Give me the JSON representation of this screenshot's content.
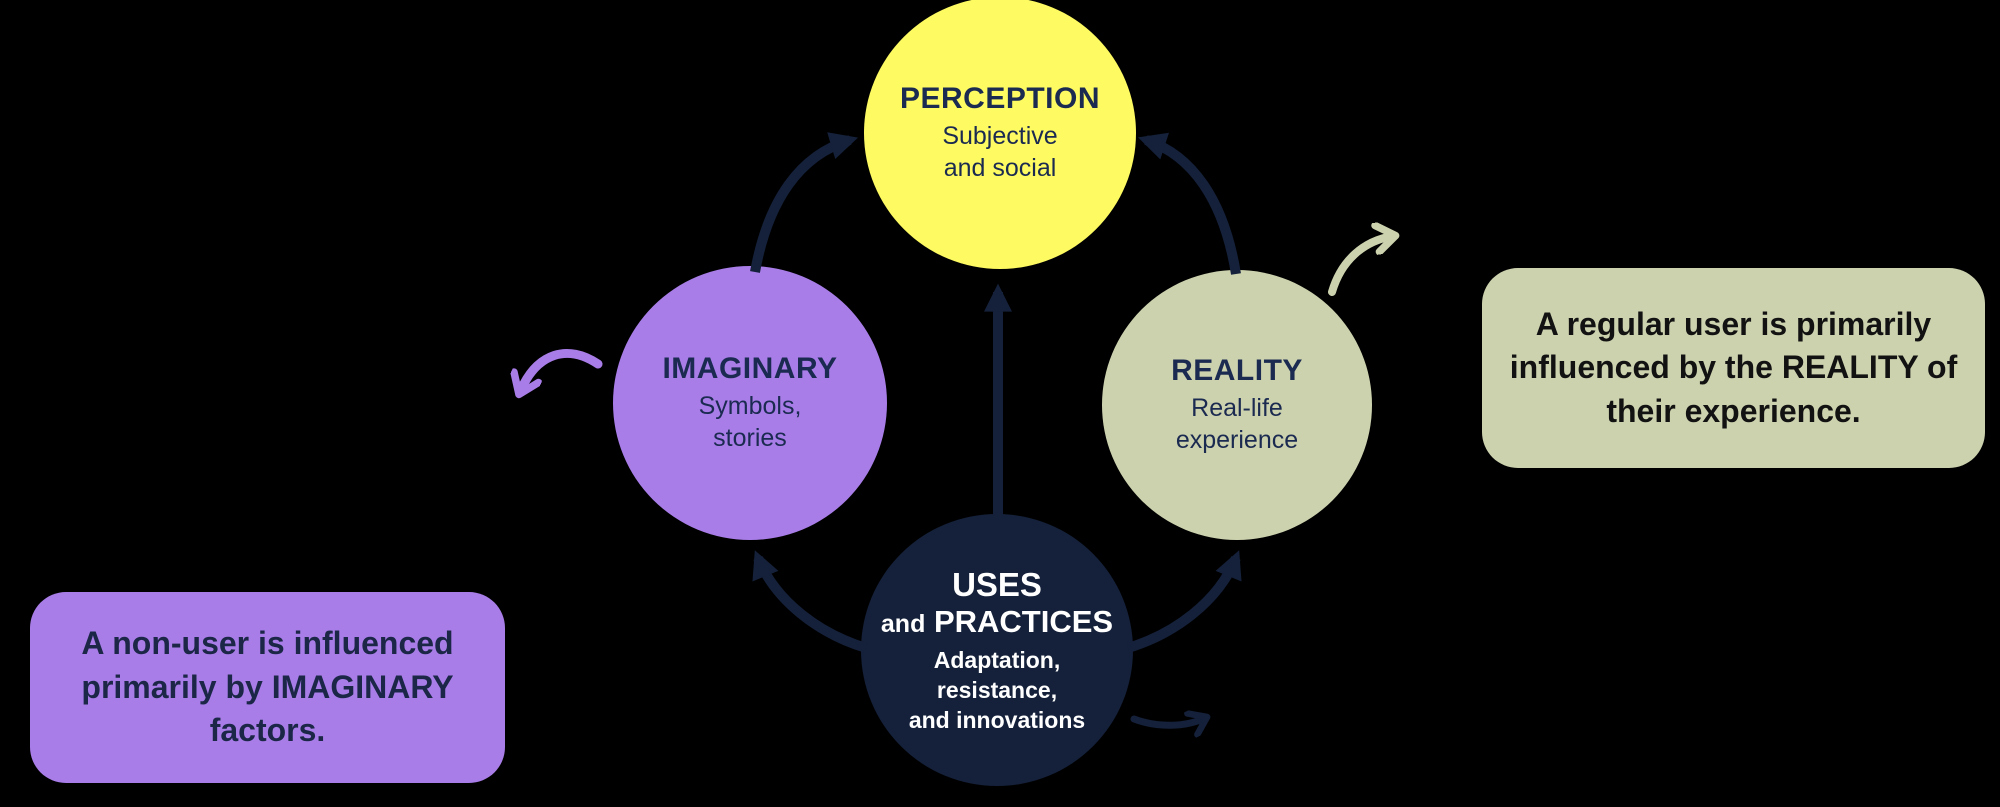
{
  "figure": {
    "type": "cycle-diagram",
    "background": "#000000"
  },
  "colors": {
    "navy": "#15213a",
    "yellow": "#fdfa62",
    "purple": "#a87de8",
    "sage": "#cdd2ae",
    "circle_text": "#1b2a50",
    "white": "#ffffff",
    "left_box_text": "#1c2747",
    "right_box_text": "#121212"
  },
  "circles": [
    {
      "key": "perception",
      "title": "PERCEPTION",
      "subtitle_lines": [
        "Subjective",
        "and social"
      ],
      "fill": "#fdfa62",
      "text_color": "#1b2a50"
    },
    {
      "key": "imaginary",
      "title": "IMAGINARY",
      "subtitle_lines": [
        "Symbols,",
        "stories"
      ],
      "fill": "#a87de8",
      "text_color": "#1b2a50"
    },
    {
      "key": "reality",
      "title": "REALITY",
      "subtitle_lines": [
        "Real-life",
        "experience"
      ],
      "fill": "#cdd2ae",
      "text_color": "#1b2a50"
    },
    {
      "key": "uses",
      "title_line1": "USES",
      "title_line2_small": "and",
      "title_line2": "PRACTICES",
      "subtitle_lines": [
        "Adaptation,",
        "resistance,",
        "and innovations"
      ],
      "fill": "#15213a",
      "text_color": "#ffffff"
    }
  ],
  "callouts": [
    {
      "key": "non-user",
      "lines": [
        "A non-user is influenced",
        "primarily by IMAGINARY",
        "factors."
      ],
      "fill": "#a87de8",
      "text_color": "#1c2747"
    },
    {
      "key": "regular-user",
      "lines": [
        "A regular user is primarily",
        "influenced by the REALITY of",
        "their experience."
      ],
      "fill": "#cdd2ae",
      "text_color": "#121212"
    }
  ],
  "arrows": {
    "imaginary_to_perception": {
      "from": "IMAGINARY",
      "to": "PERCEPTION",
      "style": "curved",
      "color": "#15213a"
    },
    "reality_to_perception": {
      "from": "REALITY",
      "to": "PERCEPTION",
      "style": "curved",
      "color": "#15213a"
    },
    "uses_to_imaginary": {
      "from": "USES and PRACTICES",
      "to": "IMAGINARY",
      "style": "curved",
      "color": "#15213a"
    },
    "uses_to_reality": {
      "from": "USES and PRACTICES",
      "to": "REALITY",
      "style": "curved",
      "color": "#15213a"
    },
    "uses_to_perception": {
      "from": "USES and PRACTICES",
      "to": "PERCEPTION",
      "style": "straight",
      "color": "#15213a"
    },
    "imaginary_outward": {
      "from": "IMAGINARY",
      "to": "outward-left",
      "style": "hand-drawn",
      "color": "#a87de8"
    },
    "reality_outward": {
      "from": "REALITY",
      "to": "outward-upper-right",
      "style": "hand-drawn",
      "color": "#cdd2ae"
    },
    "uses_outward": {
      "from": "USES and PRACTICES",
      "to": "outward-right",
      "style": "hand-drawn",
      "color": "#15213a"
    }
  }
}
